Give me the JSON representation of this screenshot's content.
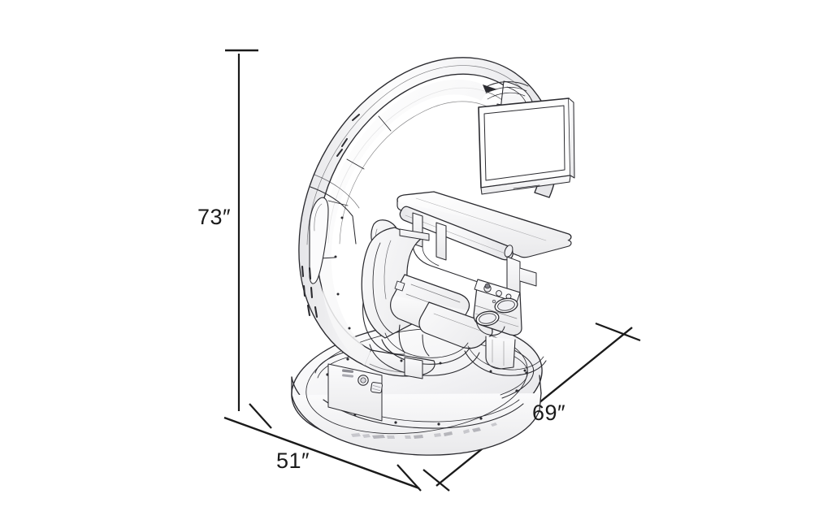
{
  "document": {
    "type": "product-dimension-drawing",
    "subject": "Ergonomic immersive workstation chair",
    "background_color": "#ffffff",
    "line_color": "#1a1a1a",
    "shading_color": "#f4f4f5"
  },
  "dimensions": {
    "height": {
      "value": "73",
      "unit": "″",
      "label": "73″",
      "orientation": "vertical",
      "position": "left"
    },
    "depth": {
      "value": "51",
      "unit": "″",
      "label": "51″",
      "orientation": "diagonal-left",
      "position": "bottom-left"
    },
    "width": {
      "value": "69",
      "unit": "″",
      "label": "69″",
      "orientation": "diagonal-right",
      "position": "bottom-right"
    }
  },
  "product_parts": [
    {
      "name": "curved-c-frame",
      "description": "Large C-shaped arched cockpit frame with vent slots and panel seams"
    },
    {
      "name": "monitor-display",
      "description": "Flat panel monitor mounted on overhead arc bracket"
    },
    {
      "name": "monitor-mount-bracket",
      "description": "VESA style bracket connecting monitor to arc"
    },
    {
      "name": "desk-surface",
      "description": "Rectangular keyboard desk tray"
    },
    {
      "name": "wrist-rest",
      "description": "Cylindrical padded wrist rest along desk front edge"
    },
    {
      "name": "reclining-seat",
      "description": "Reclined seat with headrest and contoured back"
    },
    {
      "name": "right-armrest-console",
      "description": "Right armrest console with control buttons"
    },
    {
      "name": "cup-holders",
      "description": "Dual circular cup holders on right console"
    },
    {
      "name": "base-platform",
      "description": "Elliptical base platform with trim channels"
    },
    {
      "name": "control-panel",
      "description": "Front base panel with ports, knob and buttons"
    },
    {
      "name": "led-strip",
      "description": "Segmented decorative LED light strip on base front edge"
    }
  ]
}
